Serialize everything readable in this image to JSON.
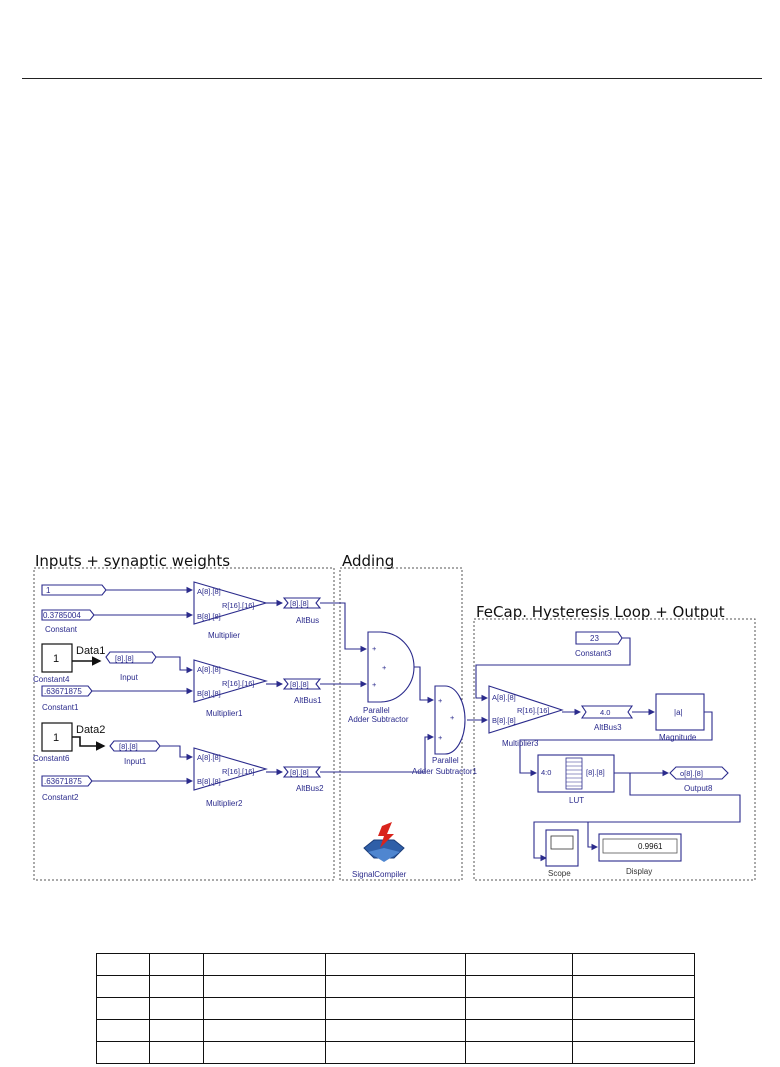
{
  "diagram": {
    "regions": {
      "inputs_title": "Inputs + synaptic weights",
      "adding_title": "Adding",
      "output_title": "FeCap. Hysteresis Loop + Output"
    },
    "blocks": {
      "const_1_value": "1",
      "constant_label": "Constant",
      "constant_value": "0.3785004",
      "data1_label": "Data1",
      "constant4_value": "1",
      "constant4_label": "Constant4",
      "input_bus": "[8].[8]",
      "input_label": "Input",
      "constant1_value": ".63671875",
      "constant1_label": "Constant1",
      "data2_label": "Data2",
      "constant6_value": "1",
      "constant6_label": "Constant6",
      "input1_bus": "[8].[8]",
      "input1_label": "Input1",
      "constant2_value": ".63671875",
      "constant2_label": "Constant2",
      "mult_port_a": "A[8].[8]",
      "mult_port_b": "B[8].[8]",
      "mult_port_r": "R[16].[16]",
      "multiplier_label": "Multiplier",
      "multiplier1_label": "Multiplier1",
      "multiplier2_label": "Multiplier2",
      "altbus_value": "[8].[8]",
      "altbus_label": "AltBus",
      "altbus1_label": "AltBus1",
      "altbus2_label": "AltBus2",
      "plus": "+",
      "adder_label_1": "Parallel",
      "adder_label_2": "Adder Subtractor",
      "adder1_label_2": "Adder Subtractor1",
      "signalcompiler_label": "SignalCompiler",
      "constant3_value": "23",
      "constant3_label": "Constant3",
      "multiplier3_label": "Multiplier3",
      "altbus3_value": "4.0",
      "altbus3_label": "AltBus3",
      "magnitude_value": "|a|",
      "magnitude_label": "Magnitude",
      "lut_in": "4:0",
      "lut_out": "[8].[8]",
      "lut_label": "LUT",
      "output8_value": "o[8].[8]",
      "output8_label": "Output8",
      "scope_label": "Scope",
      "display_value": "0.9961",
      "display_label": "Display"
    }
  },
  "table": {
    "rows": [
      [
        "",
        "",
        "",
        "",
        "",
        ""
      ],
      [
        "",
        "",
        "",
        "",
        "",
        ""
      ],
      [
        "",
        "",
        "",
        "",
        "",
        ""
      ],
      [
        "",
        "",
        "",
        "",
        "",
        ""
      ],
      [
        "",
        "",
        "",
        "",
        "",
        ""
      ]
    ]
  }
}
